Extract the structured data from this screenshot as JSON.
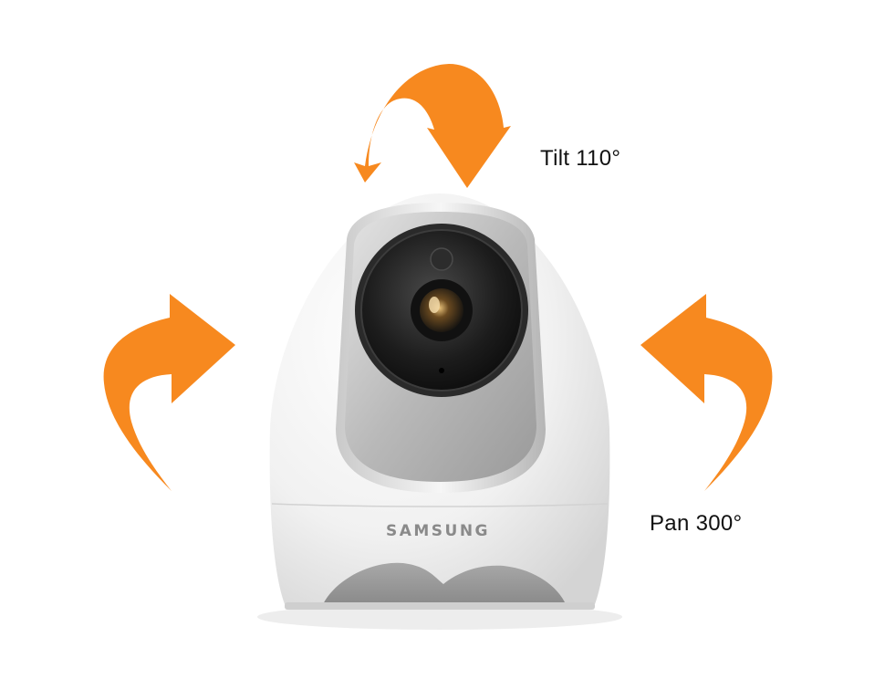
{
  "labels": {
    "tilt": "Tilt 110°",
    "pan": "Pan 300°"
  },
  "camera": {
    "brand": "SAMSUNG"
  },
  "colors": {
    "arrow": "#f7891f",
    "body": "#f4f4f4",
    "lens_ring": "#1b1b1b"
  },
  "icons": {
    "tilt": "curved-tilt-arrow-icon",
    "pan_left": "curved-arrow-left-icon",
    "pan_right": "curved-arrow-right-icon"
  }
}
